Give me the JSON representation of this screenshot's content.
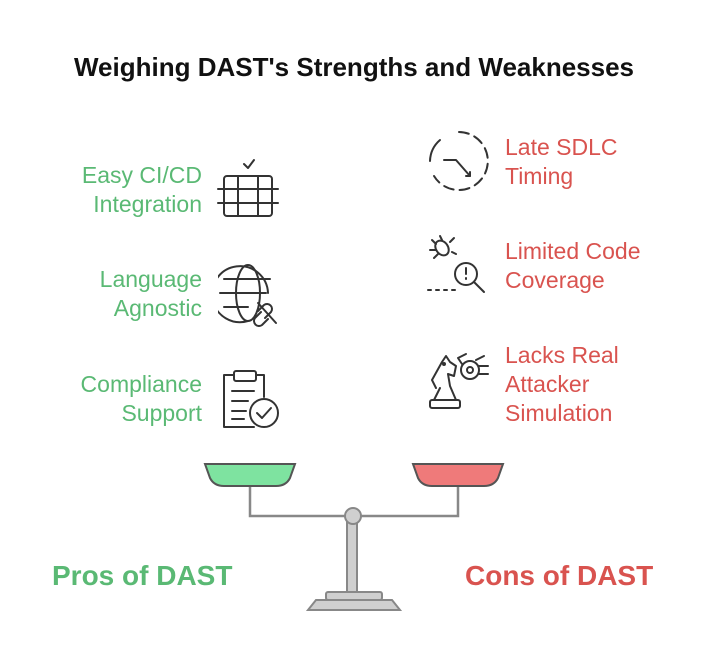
{
  "title": "Weighing DAST's Strengths and Weaknesses",
  "pros": [
    {
      "lines": [
        "Easy CI/CD",
        "Integration"
      ],
      "icon": "server-rack-icon"
    },
    {
      "lines": [
        "Language",
        "Agnostic"
      ],
      "icon": "globe-broken-link-icon"
    },
    {
      "lines": [
        "Compliance",
        "Support"
      ],
      "icon": "clipboard-check-icon"
    }
  ],
  "cons": [
    {
      "lines": [
        "Late SDLC",
        "Timing"
      ],
      "icon": "clock-timing-icon"
    },
    {
      "lines": [
        "Limited Code",
        "Coverage"
      ],
      "icon": "bug-search-icon"
    },
    {
      "lines": [
        "Lacks Real",
        "Attacker",
        "Simulation"
      ],
      "icon": "chess-knight-icon"
    }
  ],
  "footer": {
    "pros_label": "Pros of DAST",
    "cons_label": "Cons of DAST"
  },
  "colors": {
    "pro": "#5ab974",
    "con": "#d9534f",
    "pro_pan": "#7ee3a0",
    "con_pan": "#ef7a7a",
    "icon": "#333333",
    "scale": "#888888"
  }
}
